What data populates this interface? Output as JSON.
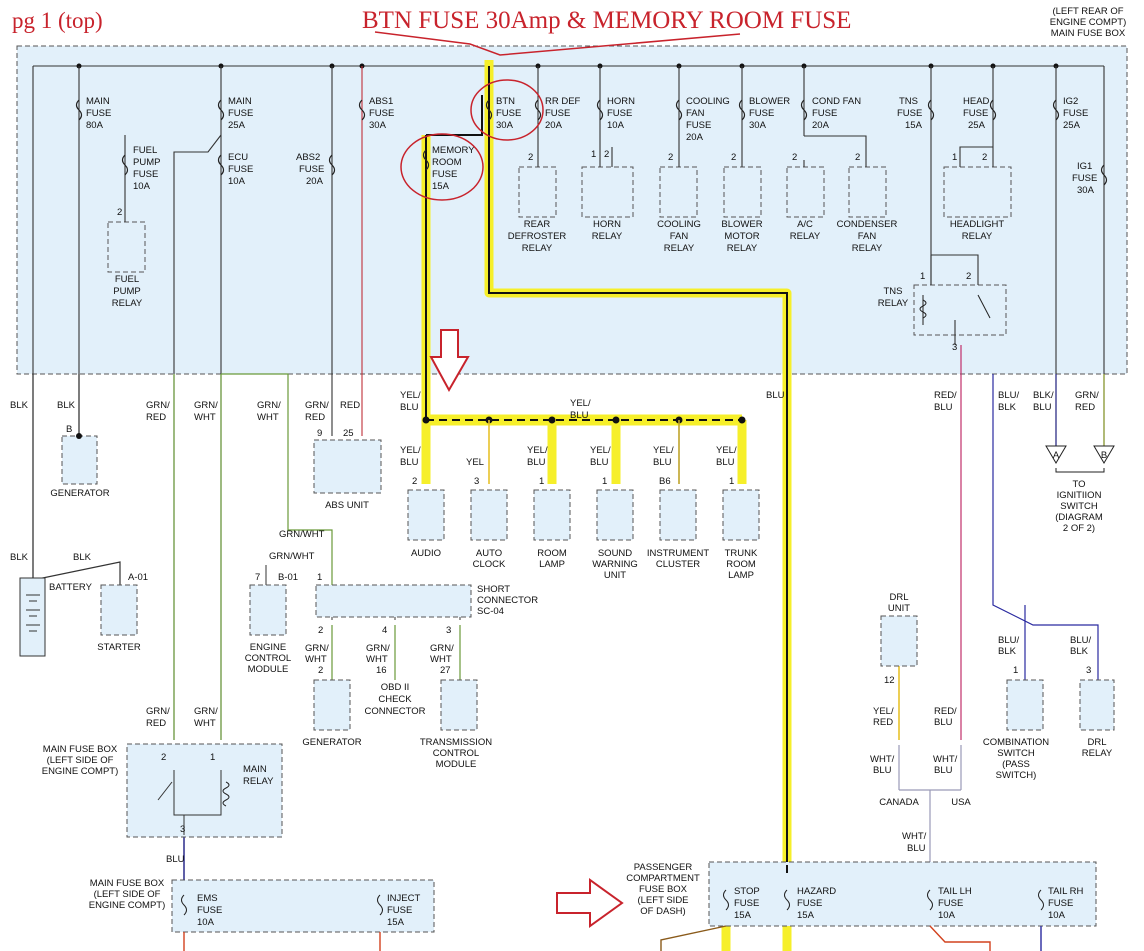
{
  "page_label": "pg 1 (top)",
  "annotation": "BTN FUSE 30Amp & MEMORY ROOM FUSE",
  "top_box": [
    "(LEFT REAR OF",
    "ENGINE COMPT)",
    "MAIN FUSE BOX"
  ],
  "fuses": {
    "main": [
      "MAIN",
      "FUSE",
      "80A"
    ],
    "main25": [
      "MAIN",
      "FUSE",
      "25A"
    ],
    "fuelpump": [
      "FUEL",
      "PUMP",
      "FUSE",
      "10A"
    ],
    "ecu": [
      "ECU",
      "FUSE",
      "10A"
    ],
    "abs2": [
      "ABS2",
      "FUSE",
      "20A"
    ],
    "abs1": [
      "ABS1",
      "FUSE",
      "30A"
    ],
    "btn": [
      "BTN",
      "FUSE",
      "30A"
    ],
    "memory": [
      "MEMORY",
      "ROOM",
      "FUSE",
      "15A"
    ],
    "rrdef": [
      "RR DEF",
      "FUSE",
      "20A"
    ],
    "horn": [
      "HORN",
      "FUSE",
      "10A"
    ],
    "cooling": [
      "COOLING",
      "FAN",
      "FUSE",
      "20A"
    ],
    "blower": [
      "BLOWER",
      "FUSE",
      "30A"
    ],
    "condfan": [
      "COND FAN",
      "FUSE",
      "20A"
    ],
    "tns": [
      "TNS",
      "FUSE",
      "15A"
    ],
    "head": [
      "HEAD",
      "FUSE",
      "25A"
    ],
    "ig2": [
      "IG2",
      "FUSE",
      "25A"
    ],
    "ig1": [
      "IG1",
      "FUSE",
      "30A"
    ]
  },
  "relays": {
    "fuelpump": [
      "FUEL",
      "PUMP",
      "RELAY"
    ],
    "rear_def": [
      "REAR",
      "DEFROSTER",
      "RELAY"
    ],
    "horn": [
      "HORN",
      "RELAY"
    ],
    "cooling": [
      "COOLING",
      "FAN",
      "RELAY"
    ],
    "blower": [
      "BLOWER",
      "MOTOR",
      "RELAY"
    ],
    "ac": [
      "A/C",
      "RELAY"
    ],
    "condenser": [
      "CONDENSER",
      "FAN",
      "RELAY"
    ],
    "headlight": [
      "HEADLIGHT",
      "RELAY"
    ],
    "tns": [
      "TNS",
      "RELAY"
    ]
  },
  "wires": {
    "blk": "BLK",
    "blu": "BLU",
    "red": "RED",
    "yel": "YEL",
    "grn_red": [
      "GRN/",
      "RED"
    ],
    "grn_wht": [
      "GRN/",
      "WHT"
    ],
    "yel_blu": [
      "YEL/",
      "BLU"
    ],
    "red_blu": [
      "RED/",
      "BLU"
    ],
    "blu_blk": [
      "BLU/",
      "BLK"
    ],
    "blk_blu": [
      "BLK/",
      "BLU"
    ],
    "yel_red": [
      "YEL/",
      "RED"
    ],
    "wht_blu": [
      "WHT/",
      "BLU"
    ],
    "grn_wht_inline": "GRN/WHT"
  },
  "pins": [
    "B",
    "9",
    "25",
    "2",
    "3",
    "1",
    "1",
    "B6",
    "1",
    "7",
    "B-01",
    "1",
    "2",
    "4",
    "3",
    "2",
    "16",
    "27",
    "A-01",
    "12",
    "1",
    "3",
    "2",
    "3"
  ],
  "components": {
    "generator": "GENERATOR",
    "abs_unit": "ABS UNIT",
    "audio": "AUDIO",
    "auto_clock": [
      "AUTO",
      "CLOCK"
    ],
    "room_lamp": [
      "ROOM",
      "LAMP"
    ],
    "sound_warning": [
      "SOUND",
      "WARNING",
      "UNIT"
    ],
    "instrument_cluster": [
      "INSTRUMENT",
      "CLUSTER"
    ],
    "trunk_room_lamp": [
      "TRUNK",
      "ROOM",
      "LAMP"
    ],
    "battery": "BATTERY",
    "starter": "STARTER",
    "ecm": [
      "ENGINE",
      "CONTROL",
      "MODULE"
    ],
    "short_connector": [
      "SHORT",
      "CONNECTOR",
      "SC-04"
    ],
    "generator2": "GENERATOR",
    "obd": [
      "OBD II",
      "CHECK",
      "CONNECTOR"
    ],
    "tcm": [
      "TRANSMISSION",
      "CONTROL",
      "MODULE"
    ],
    "drl_unit": [
      "DRL",
      "UNIT"
    ],
    "combination_switch": [
      "COMBINATION",
      "SWITCH",
      "(PASS",
      "SWITCH)"
    ],
    "drl_relay": [
      "DRL",
      "RELAY"
    ],
    "ignition": [
      "TO",
      "IGNITIION",
      "SWITCH",
      "(DIAGRAM",
      "2 OF 2)"
    ],
    "canada": "CANADA",
    "usa": "USA"
  },
  "main_fuse_box_left": [
    "MAIN FUSE BOX",
    "(LEFT SIDE OF",
    "ENGINE COMPT)"
  ],
  "main_relay": [
    "MAIN",
    "RELAY"
  ],
  "ems": [
    "EMS",
    "FUSE",
    "10A"
  ],
  "inject": [
    "INJECT",
    "FUSE",
    "15A"
  ],
  "passenger_box": [
    "PASSENGER",
    "COMPARTMENT",
    "FUSE BOX",
    "(LEFT SIDE",
    "OF DASH)"
  ],
  "stop": [
    "STOP",
    "FUSE",
    "15A"
  ],
  "hazard": [
    "HAZARD",
    "FUSE",
    "15A"
  ],
  "tail_lh": [
    "TAIL LH",
    "FUSE",
    "10A"
  ],
  "tail_rh": [
    "TAIL RH",
    "FUSE",
    "10A"
  ],
  "connectors": {
    "a": "A",
    "b": "B"
  }
}
